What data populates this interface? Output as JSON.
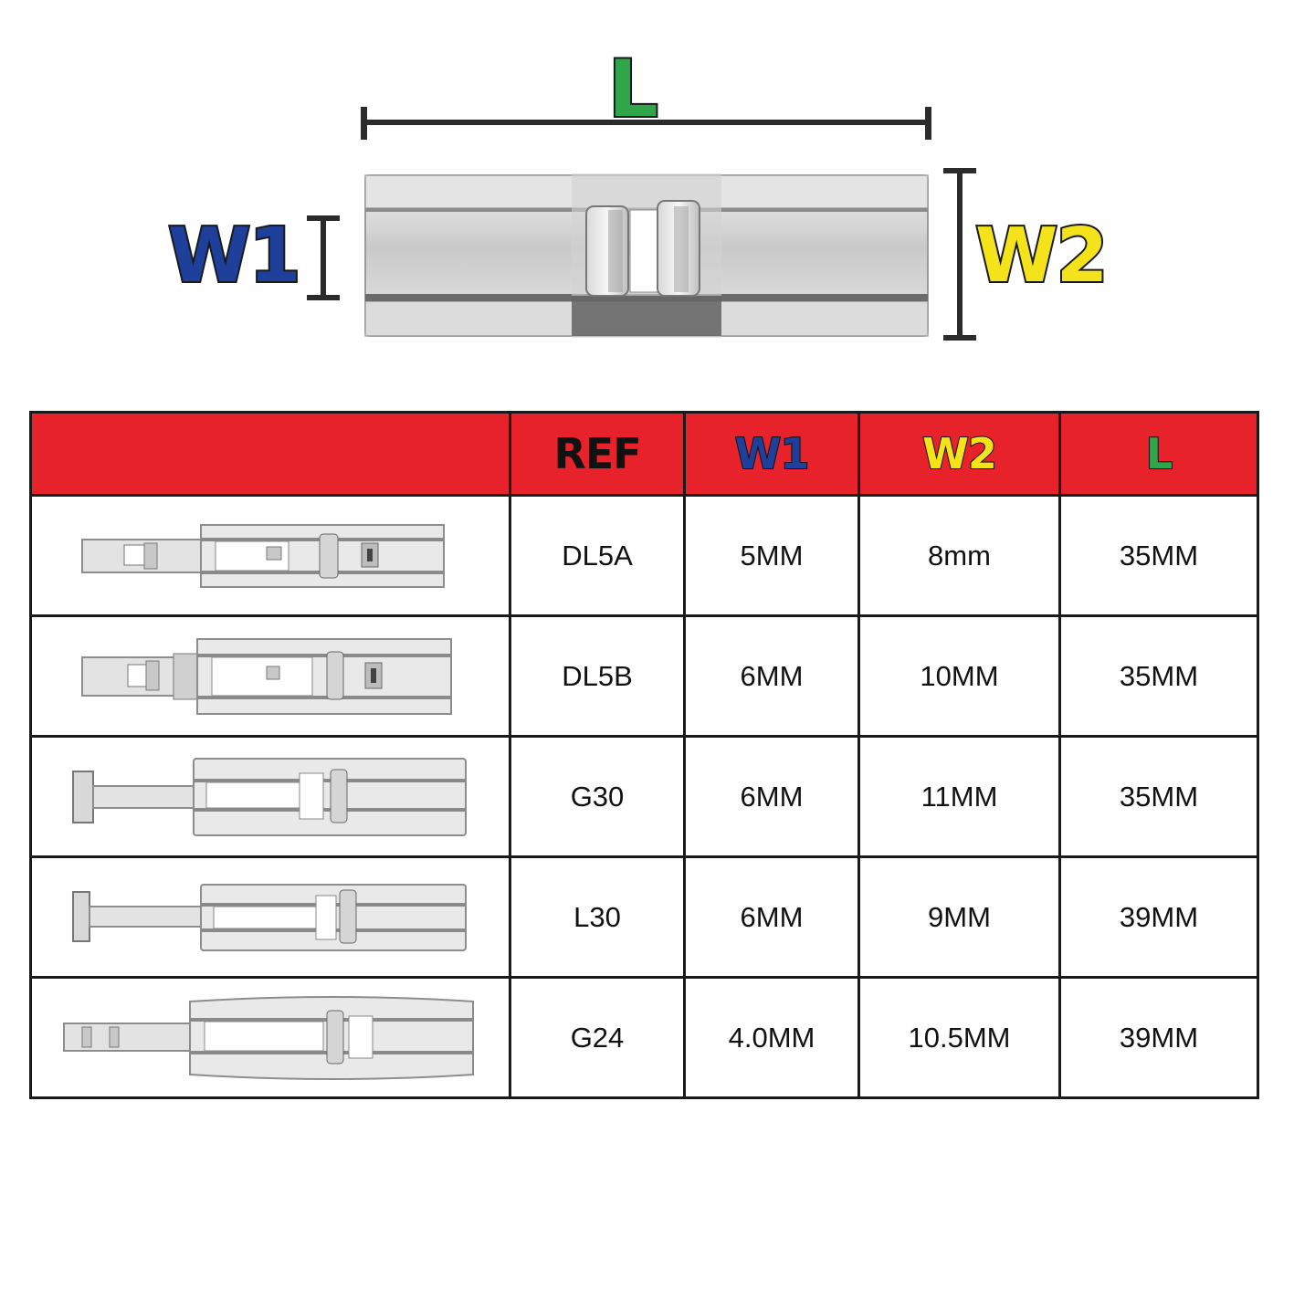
{
  "diagram": {
    "length_label": "L",
    "width1_label": "W1",
    "width2_label": "W2",
    "clasp_icon": "deployment-clasp-icon"
  },
  "colors": {
    "header_bg": "#e8222a",
    "w1": "#1e3f9a",
    "w2": "#f4e21b",
    "l": "#2fa64a",
    "outline": "#1a1a1a"
  },
  "table": {
    "headers": [
      "",
      "REF",
      "W1",
      "W2",
      "L"
    ],
    "rows": [
      {
        "ref": "DL5A",
        "w1": "5MM",
        "w2": "8mm",
        "l": "35MM"
      },
      {
        "ref": "DL5B",
        "w1": "6MM",
        "w2": "10MM",
        "l": "35MM"
      },
      {
        "ref": "G30",
        "w1": "6MM",
        "w2": "11MM",
        "l": "35MM"
      },
      {
        "ref": "L30",
        "w1": "6MM",
        "w2": "9MM",
        "l": "39MM"
      },
      {
        "ref": "G24",
        "w1": "4.0MM",
        "w2": "10.5MM",
        "l": "39MM"
      }
    ]
  }
}
